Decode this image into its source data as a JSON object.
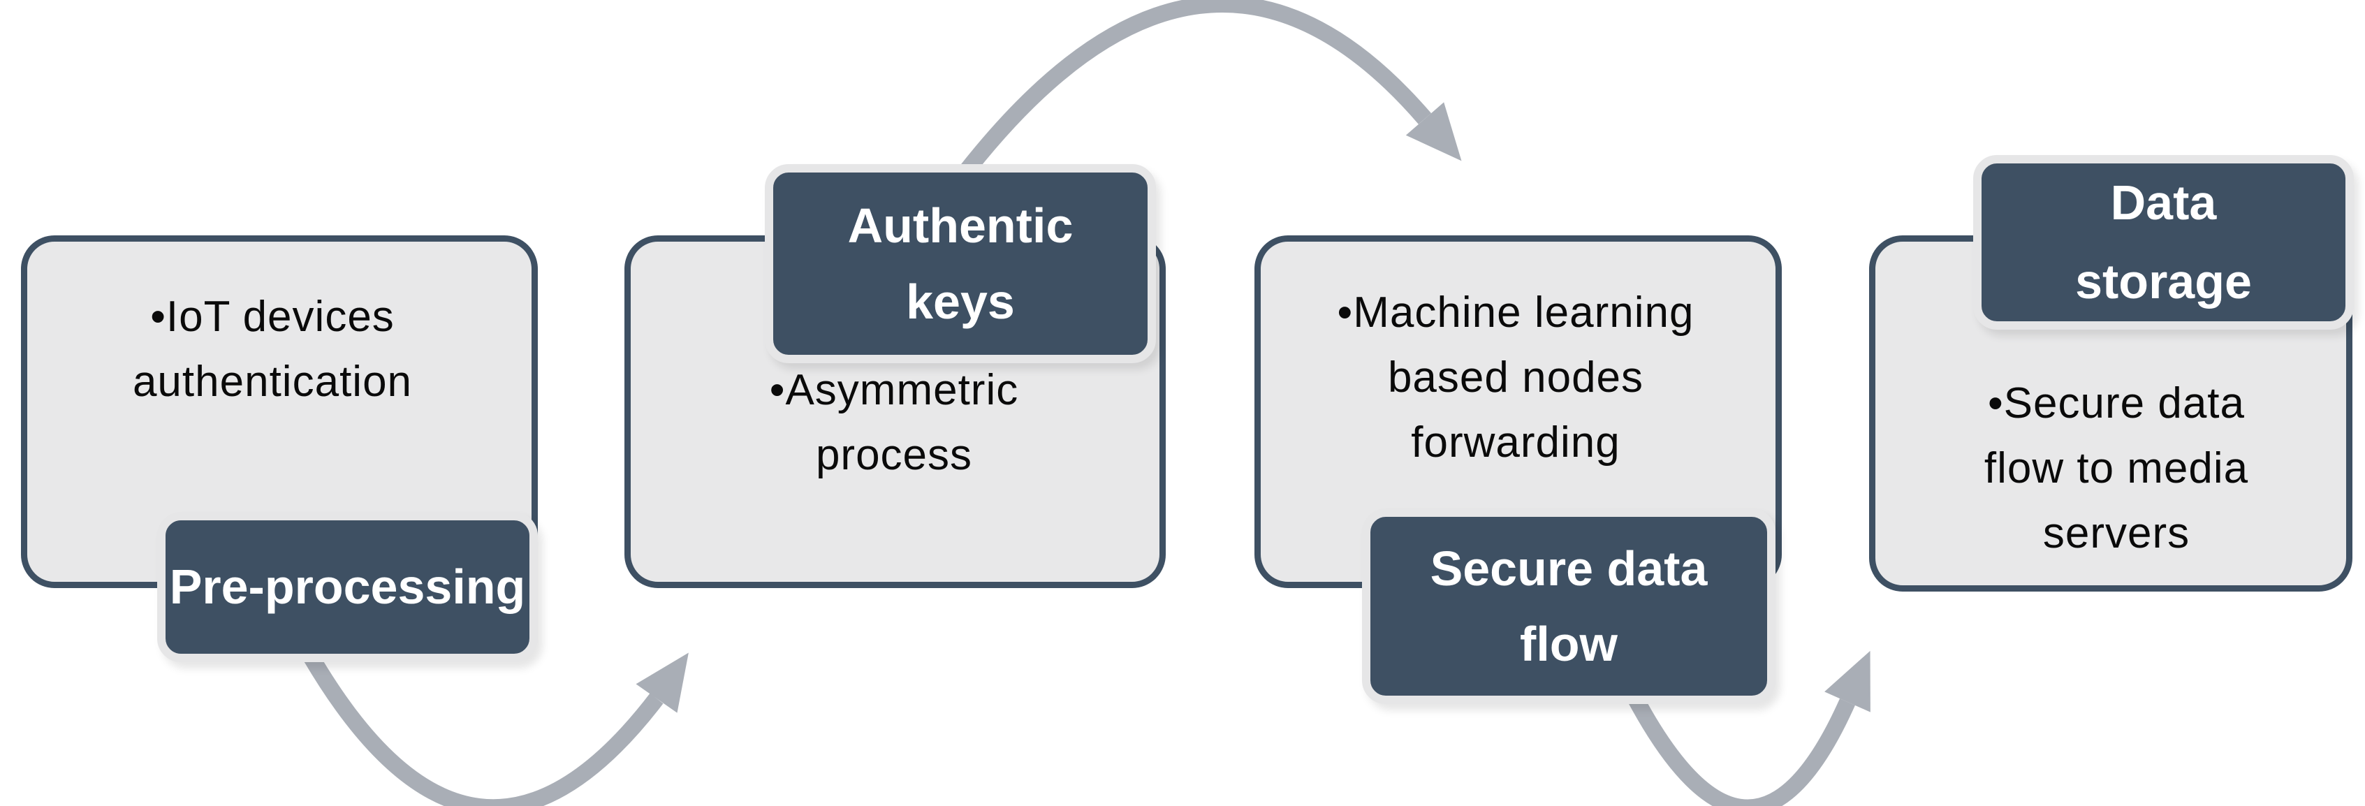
{
  "diagram": {
    "type": "process-flow",
    "colors": {
      "background": "#ffffff",
      "box_fill": "#e8e8e9",
      "box_border": "#3e5063",
      "label_fill": "#3e5063",
      "label_outline": "#e6e6e7",
      "label_text": "#ffffff",
      "body_text": "#0a0a0a",
      "arrow": "#a9aeb6"
    },
    "steps": [
      {
        "label": "Pre-processing",
        "body": "•IoT devices\nauthentication",
        "label_position": "bottom"
      },
      {
        "label": "Authentic\nkeys",
        "body": "•Asymmetric\nprocess",
        "label_position": "top"
      },
      {
        "label": "Secure data\nflow",
        "body": "•Machine learning\nbased nodes\nforwarding",
        "label_position": "bottom"
      },
      {
        "label": "Data\nstorage",
        "body": "•Secure data\nflow to media\nservers",
        "label_position": "top"
      }
    ],
    "arrows": [
      {
        "from": "Pre-processing",
        "to": "Authentic keys",
        "direction": "up-right"
      },
      {
        "from": "Authentic keys",
        "to": "Secure data flow",
        "direction": "down-right"
      },
      {
        "from": "Secure data flow",
        "to": "Data storage",
        "direction": "up-right"
      }
    ]
  }
}
